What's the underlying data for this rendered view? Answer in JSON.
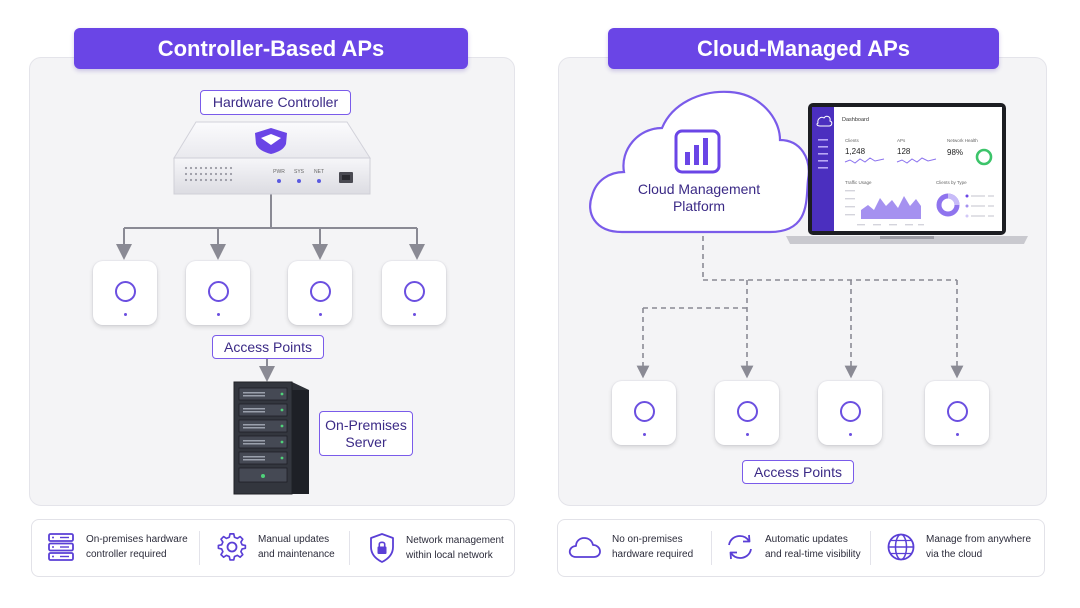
{
  "left": {
    "title": "Controller-Based APs",
    "controller_label": "Hardware Controller",
    "device_leds": [
      "PWR",
      "SYS",
      "NET"
    ],
    "ap_label": "Access Points",
    "server_label_line1": "On-Premises",
    "server_label_line2": "Server",
    "features": [
      {
        "icon": "server-stack-icon",
        "line1": "On-premises hardware",
        "line2": "controller required"
      },
      {
        "icon": "gear-icon",
        "line1": "Manual updates",
        "line2": "and maintenance"
      },
      {
        "icon": "shield-lock-icon",
        "line1": "Network management",
        "line2": "within local network"
      }
    ]
  },
  "right": {
    "title": "Cloud-Managed APs",
    "cloud_label_line1": "Cloud Management",
    "cloud_label_line2": "Platform",
    "ap_label": "Access Points",
    "dashboard": {
      "title": "Dashboard",
      "clients_label": "Clients",
      "clients_value": "1,248",
      "aps_label": "APs",
      "aps_value": "128",
      "health_label": "Network Health",
      "health_value": "98%",
      "traffic_label": "Traffic Usage",
      "clients_type_label": "Clients by Type"
    },
    "features": [
      {
        "icon": "cloud-icon",
        "line1": "No on-premises",
        "line2": "hardware required"
      },
      {
        "icon": "sync-icon",
        "line1": "Automatic updates",
        "line2": "and real-time visibility"
      },
      {
        "icon": "globe-icon",
        "line1": "Manage from anywhere",
        "line2": "via the cloud"
      }
    ]
  },
  "colors": {
    "accent": "#6a45e6",
    "panel": "#f4f4f6",
    "label_border": "#7a5bea",
    "health_green": "#3cc46a"
  }
}
